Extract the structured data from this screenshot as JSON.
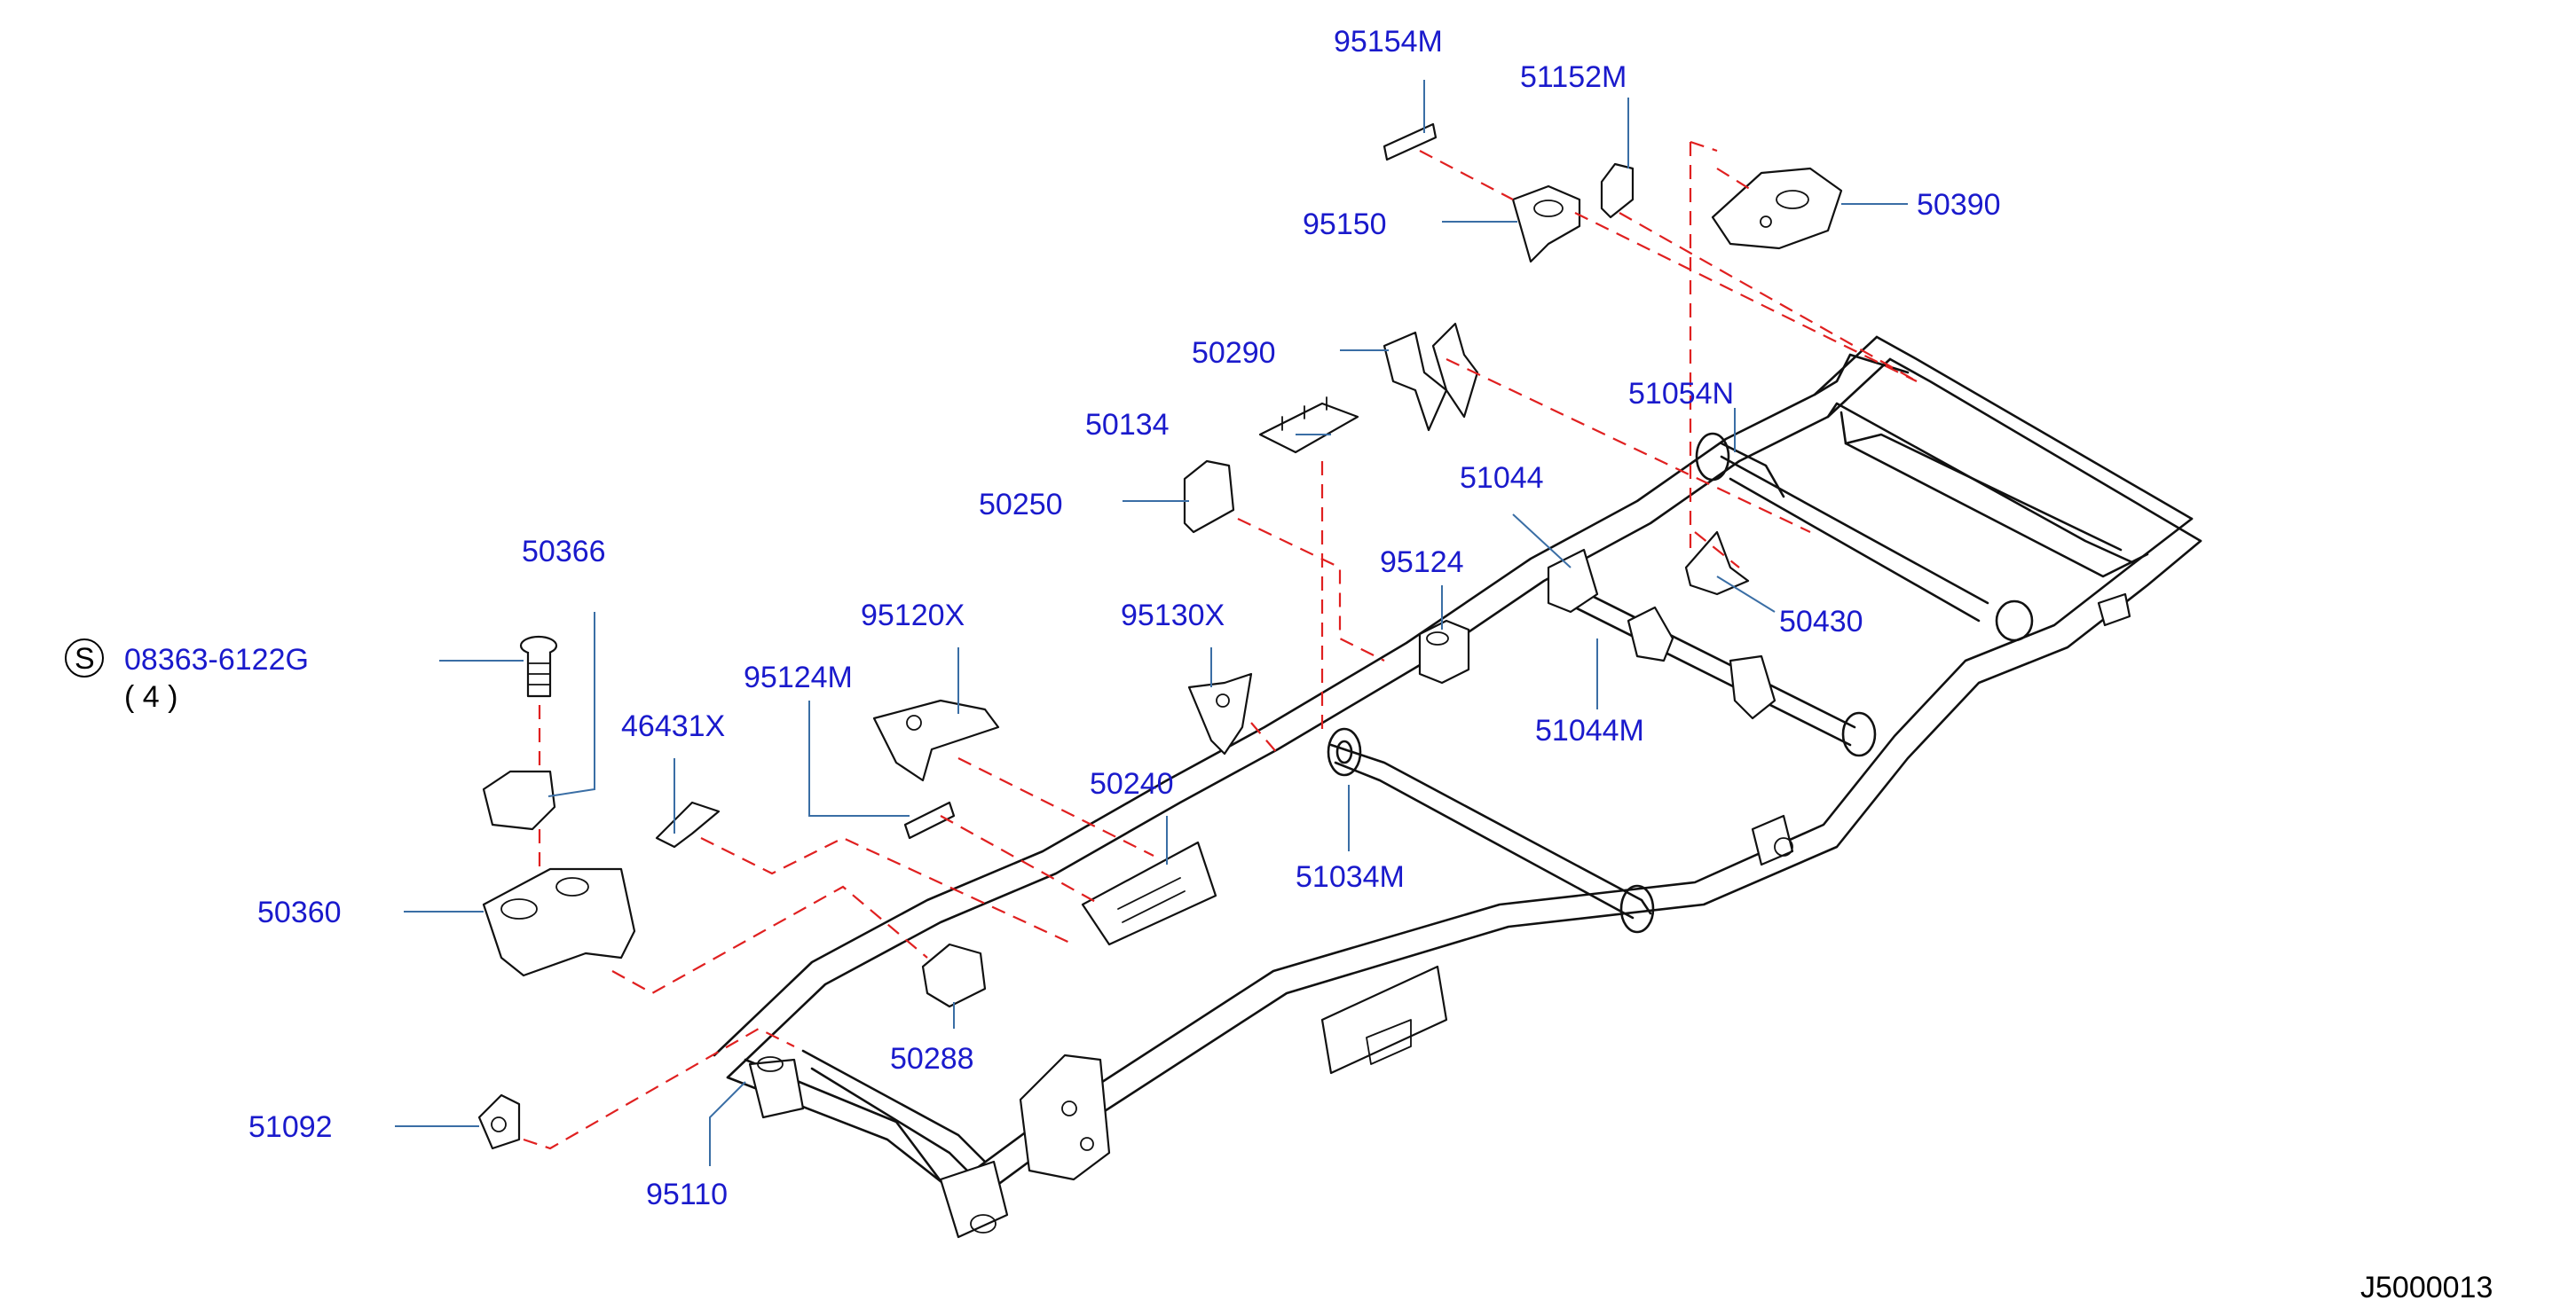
{
  "colors": {
    "label": "#1a1acc",
    "leader": "#3a6ea5",
    "dash": "#e02020",
    "lines": "#111111"
  },
  "labels": {
    "p95154M": "95154M",
    "p51152M": "51152M",
    "p50390": "50390",
    "p95150": "95150",
    "p50290": "50290",
    "p51054N": "51054N",
    "p50134": "50134",
    "p51044": "51044",
    "p50250": "50250",
    "p50366": "50366",
    "p95124": "95124",
    "p50430": "50430",
    "p95120X": "95120X",
    "p95130X": "95130X",
    "p08363": "08363-6122G",
    "p08363_qty": "( 4 )",
    "p08363_symbol": "S",
    "p95124M": "95124M",
    "p46431X": "46431X",
    "p51044M": "51044M",
    "p50240": "50240",
    "p51034M": "51034M",
    "p50360": "50360",
    "p50288": "50288",
    "p51092": "51092",
    "p95110": "95110"
  },
  "diagram_ref": "J5000013"
}
